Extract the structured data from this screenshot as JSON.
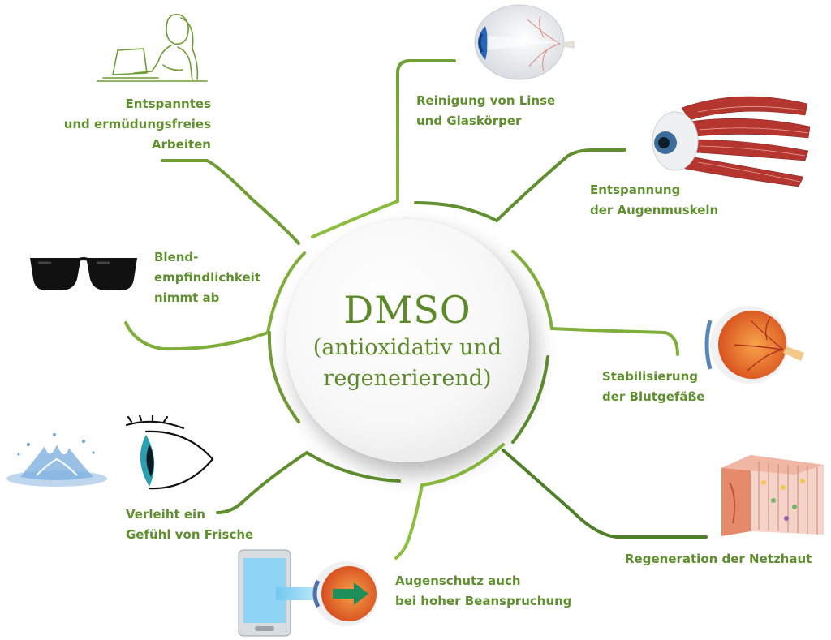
{
  "colors": {
    "accent_dark": "#5f8f2f",
    "accent_light": "#8dbf3f",
    "center_text": "#5c8a2a"
  },
  "center": {
    "title": "DMSO",
    "subtitle_line1": "(antioxidativ und",
    "subtitle_line2": "regenerierend)"
  },
  "benefits": [
    {
      "id": "work",
      "lines": [
        "Entspanntes",
        "und ermüdungsfreies",
        "Arbeiten"
      ],
      "icon": "woman-laptop-icon"
    },
    {
      "id": "lens",
      "lines": [
        "Reinigung von Linse",
        "und Glaskörper"
      ],
      "icon": "eyeball-cross-section-icon"
    },
    {
      "id": "muscles",
      "lines": [
        "Entspannung",
        "der Augenmuskeln"
      ],
      "icon": "eye-muscles-icon"
    },
    {
      "id": "glare",
      "lines": [
        "Blend-",
        "empfindlichkeit",
        "nimmt ab"
      ],
      "icon": "sunglasses-icon"
    },
    {
      "id": "vessels",
      "lines": [
        "Stabilisierung",
        "der Blutgefäße"
      ],
      "icon": "eye-blood-vessels-icon"
    },
    {
      "id": "fresh",
      "lines": [
        "Verleiht ein",
        "Gefühl von Frische"
      ],
      "icon": "water-splash-eye-icon"
    },
    {
      "id": "retina",
      "lines": [
        "Regeneration der Netzhaut"
      ],
      "icon": "retina-cells-icon"
    },
    {
      "id": "protect",
      "lines": [
        "Augenschutz auch",
        "bei hoher Beanspruchung"
      ],
      "icon": "smartphone-eye-icon"
    }
  ]
}
